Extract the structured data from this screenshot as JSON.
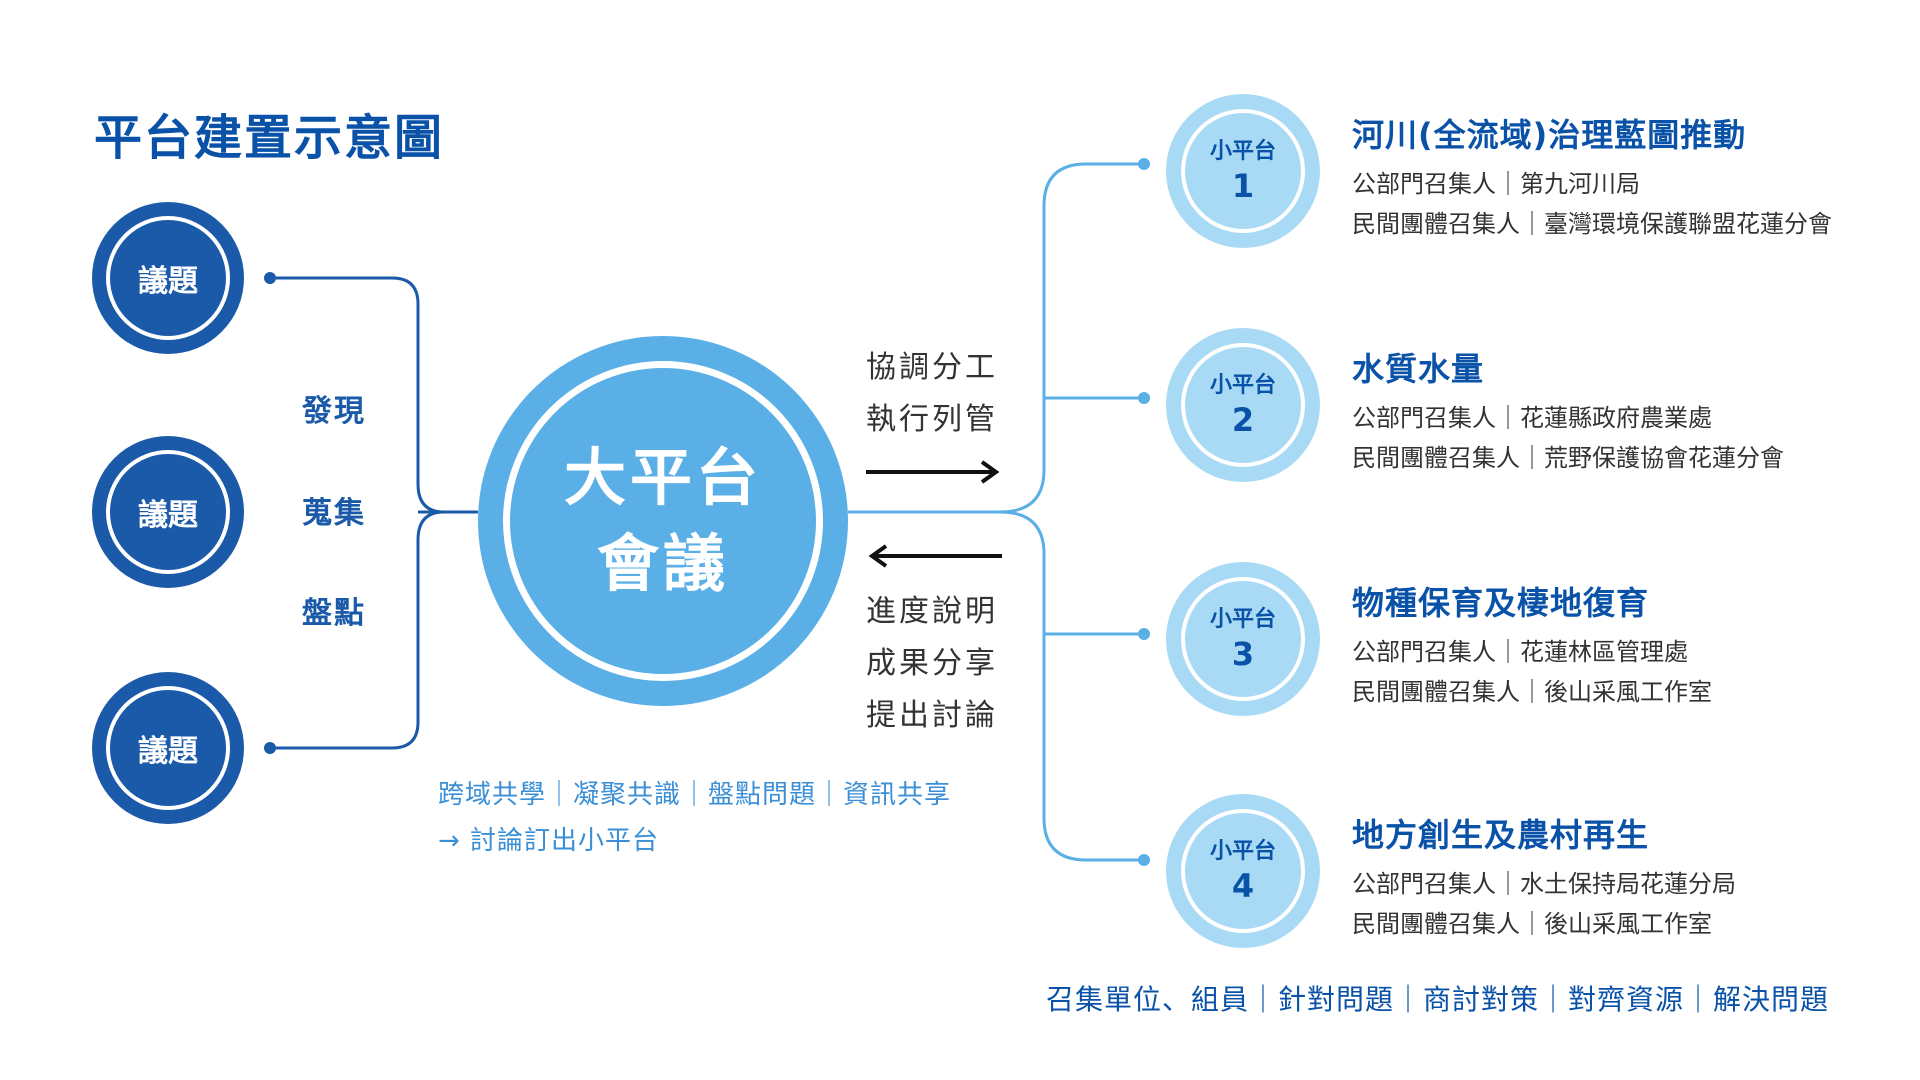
{
  "title": "平台建置示意圖",
  "issues": [
    {
      "label": "議題"
    },
    {
      "label": "議題"
    },
    {
      "label": "議題"
    }
  ],
  "left_verbs": [
    "發現",
    "蒐集",
    "盤點"
  ],
  "main_platform": {
    "line1": "大平台",
    "line2": "會議"
  },
  "forward_text": [
    "協調分工",
    "執行列管"
  ],
  "backward_text": [
    "進度說明",
    "成果分享",
    "提出討論"
  ],
  "bottom_note": {
    "line1": "跨域共學｜凝聚共識｜盤點問題｜資訊共享",
    "line2": "→ 討論訂出小平台"
  },
  "sub_platforms": [
    {
      "label": "小平台",
      "number": "1",
      "name": "河川(全流域)治理藍圖推動",
      "public_convener": "公部門召集人｜第九河川局",
      "civil_convener": "民間團體召集人｜臺灣環境保護聯盟花蓮分會"
    },
    {
      "label": "小平台",
      "number": "2",
      "name": "水質水量",
      "public_convener": "公部門召集人｜花蓮縣政府農業處",
      "civil_convener": "民間團體召集人｜荒野保護協會花蓮分會"
    },
    {
      "label": "小平台",
      "number": "3",
      "name": "物種保育及棲地復育",
      "public_convener": "公部門召集人｜花蓮林區管理處",
      "civil_convener": "民間團體召集人｜後山采風工作室"
    },
    {
      "label": "小平台",
      "number": "4",
      "name": "地方創生及農村再生",
      "public_convener": "公部門召集人｜水土保持局花蓮分局",
      "civil_convener": "民間團體召集人｜後山采風工作室"
    }
  ],
  "footer": "召集單位、組員｜針對問題｜商討對策｜對齊資源｜解決問題",
  "colors": {
    "dark_blue": "#1a5aa8",
    "title_blue": "#0a52a8",
    "main_circle": "#5aafe6",
    "sub_circle": "#a8daf5",
    "connector": "#5aafe6"
  }
}
